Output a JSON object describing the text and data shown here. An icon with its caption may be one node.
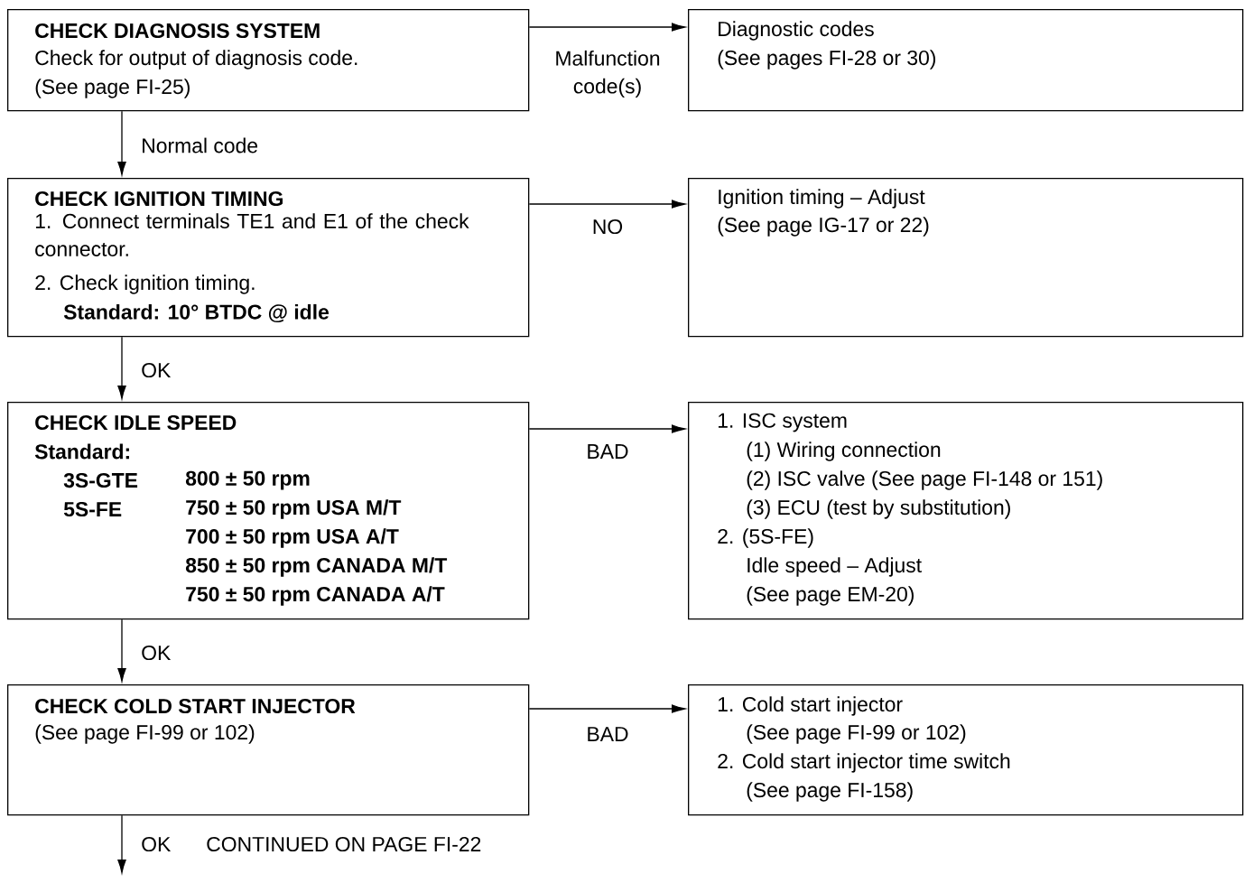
{
  "diagram": {
    "nodes": [
      {
        "text": [
          "CHECK DIAGNOSIS SYSTEM",
          "Check for output of diagnosis code.",
          "(See page FI-25)"
        ]
      },
      {
        "text": [
          "Diagnostic codes",
          "(See pages FI-28 or 30)"
        ]
      },
      {
        "text": [
          "CHECK IGNITION TIMING",
          "1. Connect terminals TE1 and E1 of the check connector.",
          "2. Check ignition timing.",
          "Standard:   10° BTDC @ idle"
        ]
      },
      {
        "text": [
          "Ignition timing – Adjust",
          "(See page IG-17 or 22)"
        ]
      },
      {
        "text": [
          "CHECK IDLE SPEED",
          "Standard:",
          "3S-GTE",
          "800 ± 50 rpm",
          "5S-FE",
          "750 ± 50 rpm USA M/T",
          "700 ± 50 rpm USA A/T",
          "850 ± 50 rpm CANADA M/T",
          "750 ± 50 rpm CANADA A/T"
        ]
      },
      {
        "text": [
          "1. ISC system",
          "(1) Wiring connection",
          "(2) ISC valve (See page FI-148 or 151)",
          "(3) ECU (test by substitution)",
          "2. (5S-FE)",
          "Idle speed – Adjust",
          "(See page EM-20)"
        ]
      },
      {
        "text": [
          "CHECK COLD START INJECTOR",
          "(See page FI-99 or 102)"
        ]
      },
      {
        "text": [
          "1. Cold start injector",
          "(See page FI-99 or 102)",
          "2. Cold start injector time switch",
          "(See page FI-158)"
        ]
      }
    ],
    "edges": [
      {
        "from": 0,
        "to": 1,
        "arrow": "to",
        "label": "Malfunction code(s)"
      },
      {
        "from": 0,
        "to": 2,
        "arrow": "to",
        "label": "Normal code"
      },
      {
        "from": 2,
        "to": 3,
        "arrow": "to",
        "label": "NO"
      },
      {
        "from": 2,
        "to": 4,
        "arrow": "to",
        "label": "OK"
      },
      {
        "from": 4,
        "to": 5,
        "arrow": "to",
        "label": "BAD"
      },
      {
        "from": 4,
        "to": 6,
        "arrow": "to",
        "label": "OK"
      },
      {
        "from": 6,
        "to": 7,
        "arrow": "to",
        "label": "BAD"
      },
      {
        "from": 6,
        "to": null,
        "arrow": "to",
        "label": "OK"
      }
    ],
    "labels": [
      "CONTINUED ON PAGE FI-22"
    ]
  }
}
